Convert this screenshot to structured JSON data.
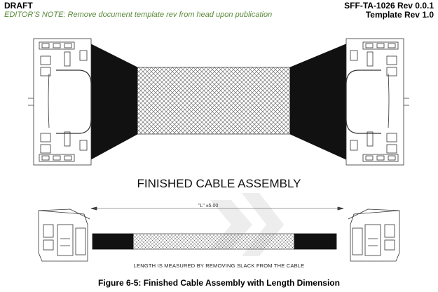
{
  "header": {
    "status": "DRAFT",
    "editor_note": "EDITOR'S NOTE: Remove document template rev from head upon publication",
    "doc_rev": "SFF-TA-1026 Rev 0.0.1",
    "template_rev": "Template Rev 1.0"
  },
  "figure": {
    "assembly_title": "FINISHED CABLE ASSEMBLY",
    "length_dimension": "\"L\" ±5.00",
    "measurement_note": "LENGTH IS MEASURED BY REMOVING SLACK FROM THE CABLE",
    "caption": "Figure 6-5: Finished Cable Assembly with Length Dimension"
  }
}
